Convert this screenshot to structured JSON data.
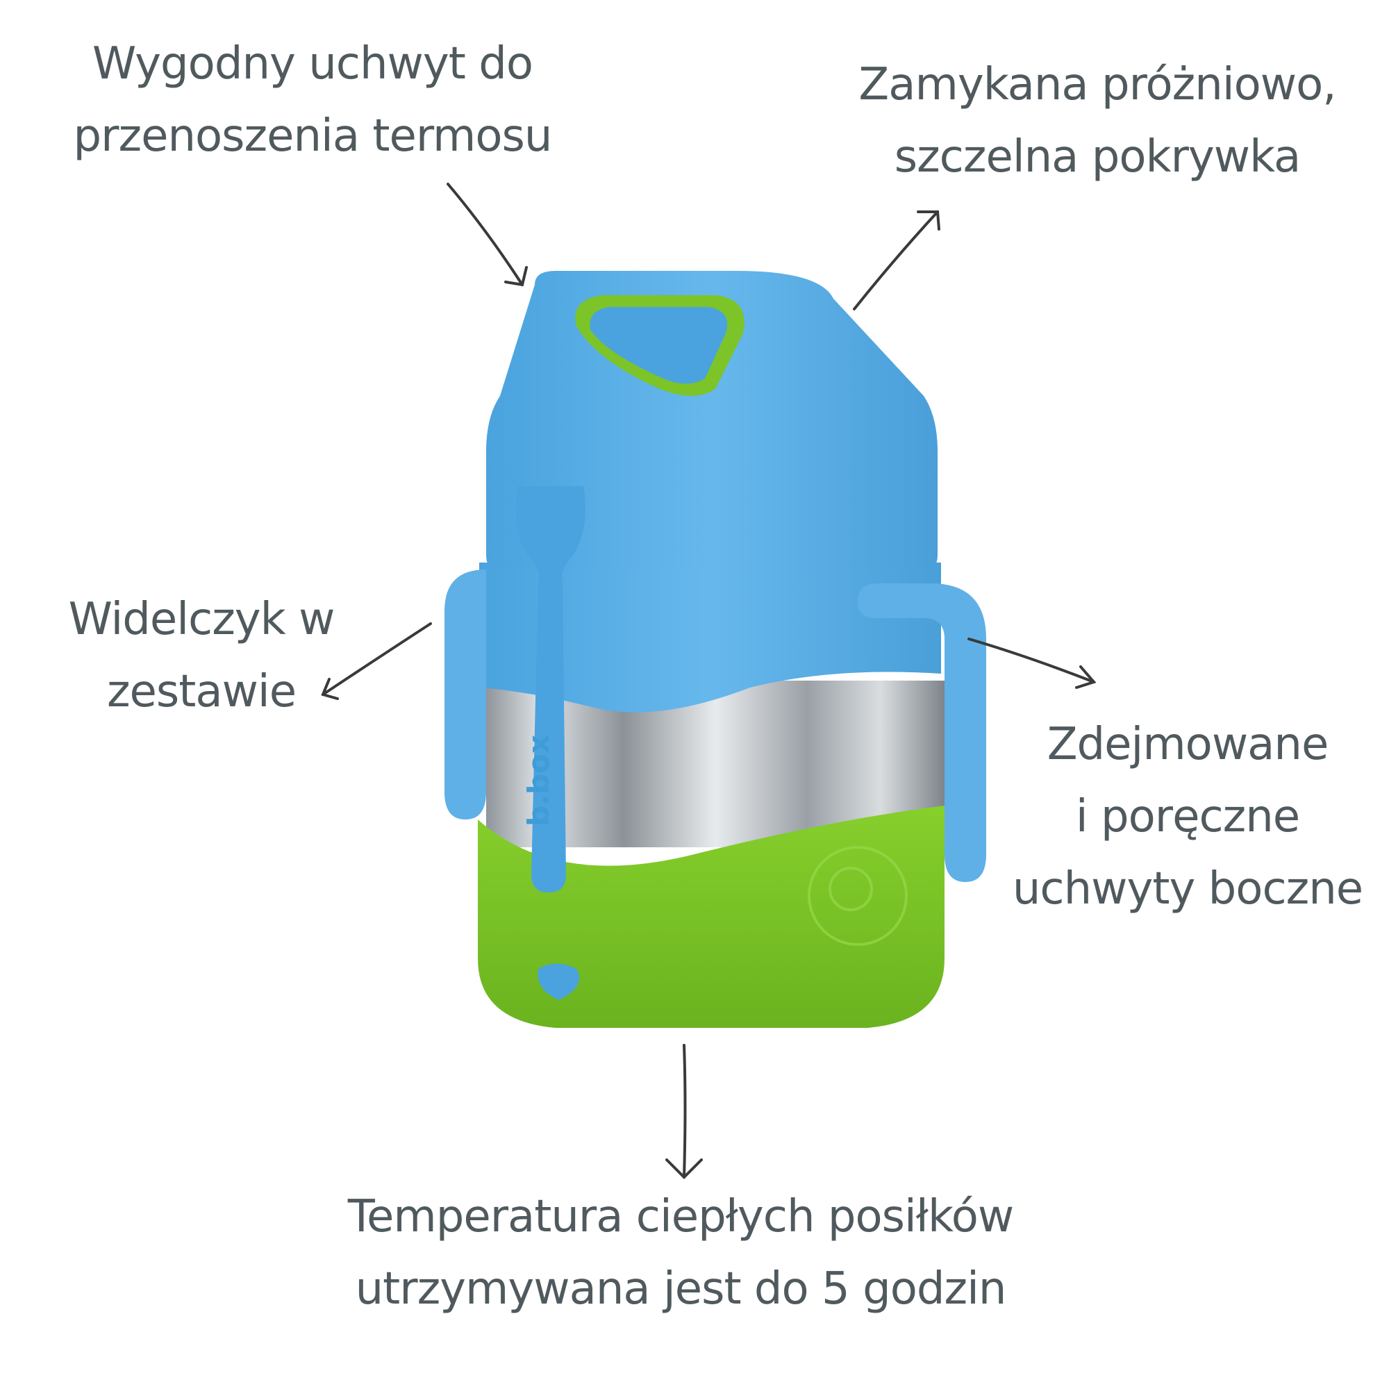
{
  "labels": {
    "handle": [
      "Wygodny uchwyt do",
      "przenoszenia termosu"
    ],
    "lid": [
      "Zamykana próżniowo,",
      "szczelna pokrywka"
    ],
    "fork": [
      "Widelczyk w",
      "zestawie"
    ],
    "side_handles": [
      "Zdejmowane",
      "i poręczne",
      "uchwyty boczne"
    ],
    "temperature": [
      "Temperatura ciepłych posiłków",
      "utrzymywana jest do 5 godzin"
    ]
  },
  "brand_mark": "b.box",
  "colors": {
    "text": "#505a5e",
    "lid_blue": "#5fb0e6",
    "sleeve_green": "#7cc428",
    "steel": "#b9bec3",
    "arrow": "#3a3a3a"
  }
}
